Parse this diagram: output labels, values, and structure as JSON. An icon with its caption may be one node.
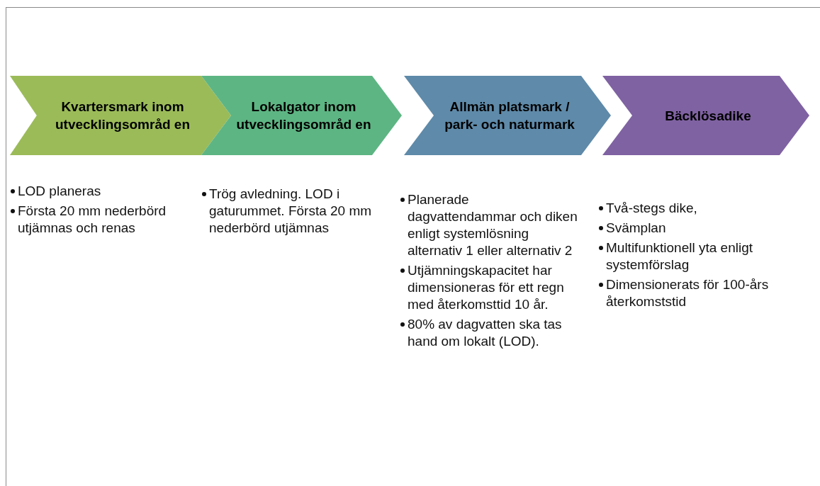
{
  "diagram": {
    "nodes": [
      {
        "text": [
          "Kvartersmark inom utvecklingsområd en"
        ],
        "beside": [
          "LOD planeras",
          "Första 20 mm nederbörd utjämnas och renas"
        ]
      },
      {
        "text": [
          "Lokalgator inom utvecklingsområd en"
        ],
        "beside": [
          "Trög avledning. LOD i gaturummet. Första 20 mm nederbörd utjämnas"
        ]
      },
      {
        "text": [
          "Allmän platsmark / park- och naturmark"
        ],
        "beside": [
          "Planerade dagvattendammar och diken enligt systemlösning alternativ 1 eller alternativ 2",
          "Utjämningskapacitet har dimensioneras för ett regn med återkomsttid 10 år.",
          "80% av dagvatten ska tas hand om lokalt (LOD)."
        ]
      },
      {
        "text": [
          "Bäcklösadike"
        ],
        "beside": [
          "Två-stegs dike,",
          "Svämplan",
          "Multifunktionell yta enligt systemförslag",
          "Dimensionerats för 100-års återkomststid"
        ]
      }
    ]
  }
}
